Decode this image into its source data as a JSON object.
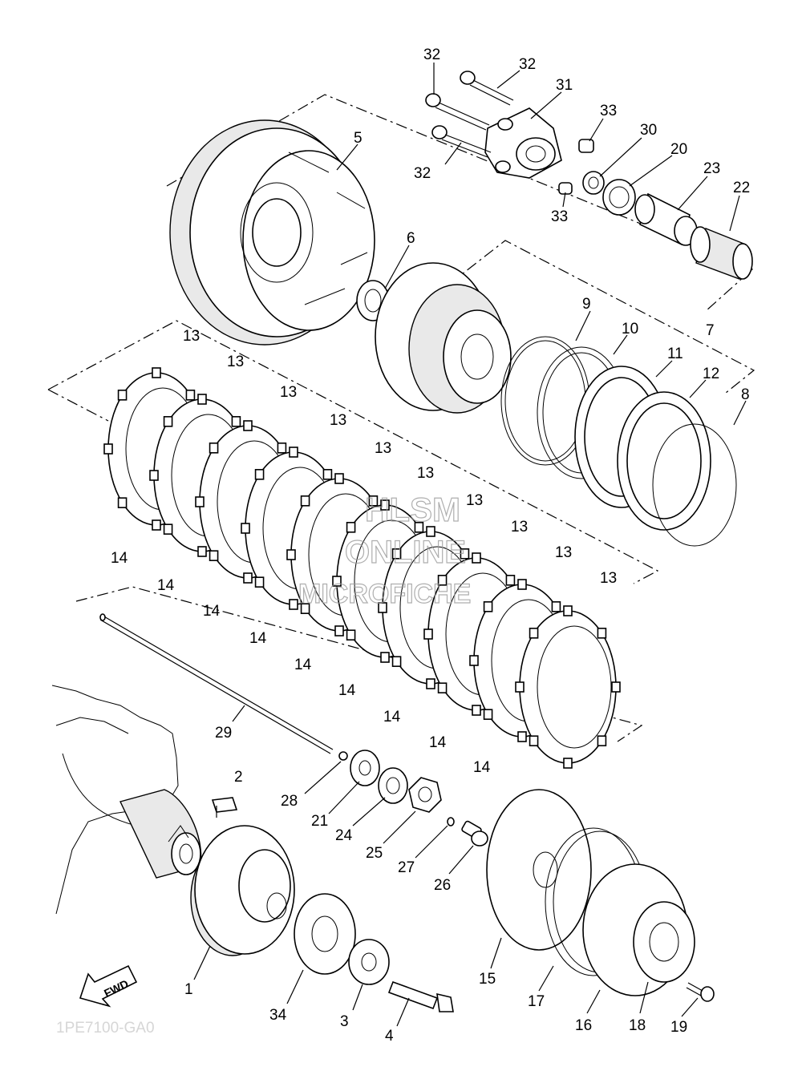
{
  "watermark": {
    "line1": "HLSM",
    "line2": "ONLINE",
    "line3": "MICROFICHE"
  },
  "direction_marker": {
    "label": "FWD",
    "icon": "arrow-left-down-icon"
  },
  "footer_code": "1PE7100-GA0",
  "callouts": [
    {
      "id": "c32a",
      "number": "32"
    },
    {
      "id": "c32b",
      "number": "32"
    },
    {
      "id": "c31",
      "number": "31"
    },
    {
      "id": "c33a",
      "number": "33"
    },
    {
      "id": "c30",
      "number": "30"
    },
    {
      "id": "c20",
      "number": "20"
    },
    {
      "id": "c23",
      "number": "23"
    },
    {
      "id": "c22",
      "number": "22"
    },
    {
      "id": "c32c",
      "number": "32"
    },
    {
      "id": "c33b",
      "number": "33"
    },
    {
      "id": "c5",
      "number": "5"
    },
    {
      "id": "c6",
      "number": "6"
    },
    {
      "id": "c9",
      "number": "9"
    },
    {
      "id": "c10",
      "number": "10"
    },
    {
      "id": "c7",
      "number": "7"
    },
    {
      "id": "c11",
      "number": "11"
    },
    {
      "id": "c12",
      "number": "12"
    },
    {
      "id": "c8",
      "number": "8"
    },
    {
      "id": "c13a",
      "number": "13"
    },
    {
      "id": "c13b",
      "number": "13"
    },
    {
      "id": "c13c",
      "number": "13"
    },
    {
      "id": "c13d",
      "number": "13"
    },
    {
      "id": "c13e",
      "number": "13"
    },
    {
      "id": "c13f",
      "number": "13"
    },
    {
      "id": "c13g",
      "number": "13"
    },
    {
      "id": "c13h",
      "number": "13"
    },
    {
      "id": "c13i",
      "number": "13"
    },
    {
      "id": "c13j",
      "number": "13"
    },
    {
      "id": "c14a",
      "number": "14"
    },
    {
      "id": "c14b",
      "number": "14"
    },
    {
      "id": "c14c",
      "number": "14"
    },
    {
      "id": "c14d",
      "number": "14"
    },
    {
      "id": "c14e",
      "number": "14"
    },
    {
      "id": "c14f",
      "number": "14"
    },
    {
      "id": "c14g",
      "number": "14"
    },
    {
      "id": "c14h",
      "number": "14"
    },
    {
      "id": "c14i",
      "number": "14"
    },
    {
      "id": "c29",
      "number": "29"
    },
    {
      "id": "c2",
      "number": "2"
    },
    {
      "id": "c28",
      "number": "28"
    },
    {
      "id": "c21",
      "number": "21"
    },
    {
      "id": "c24",
      "number": "24"
    },
    {
      "id": "c25",
      "number": "25"
    },
    {
      "id": "c27",
      "number": "27"
    },
    {
      "id": "c26",
      "number": "26"
    },
    {
      "id": "c1",
      "number": "1"
    },
    {
      "id": "c34",
      "number": "34"
    },
    {
      "id": "c3",
      "number": "3"
    },
    {
      "id": "c4",
      "number": "4"
    },
    {
      "id": "c15",
      "number": "15"
    },
    {
      "id": "c17",
      "number": "17"
    },
    {
      "id": "c16",
      "number": "16"
    },
    {
      "id": "c18",
      "number": "18"
    },
    {
      "id": "c19",
      "number": "19"
    }
  ]
}
